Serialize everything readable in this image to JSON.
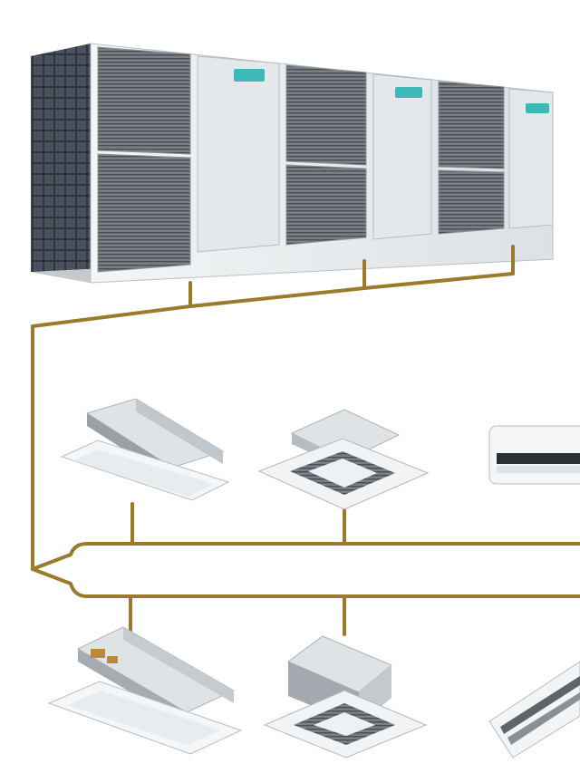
{
  "outdoor_unit": {
    "modules": [
      {
        "index": 1
      },
      {
        "index": 2
      },
      {
        "index": 3
      }
    ],
    "logo_color": "#3fb7b7"
  },
  "indoor_units": {
    "row1": [
      {
        "kind": "concealed-duct-unit"
      },
      {
        "kind": "four-way-cassette-unit"
      },
      {
        "kind": "wall-mounted-unit"
      }
    ],
    "row2": [
      {
        "kind": "one-way-cassette-unit"
      },
      {
        "kind": "compact-cassette-unit"
      },
      {
        "kind": "ceiling-floor-unit"
      }
    ]
  },
  "colors": {
    "piping": "#9b7a2c",
    "casing": "#e9ecee",
    "casing_shadow": "#c9ced3",
    "grille": "#5d6166",
    "coil": "#3a3f47"
  }
}
